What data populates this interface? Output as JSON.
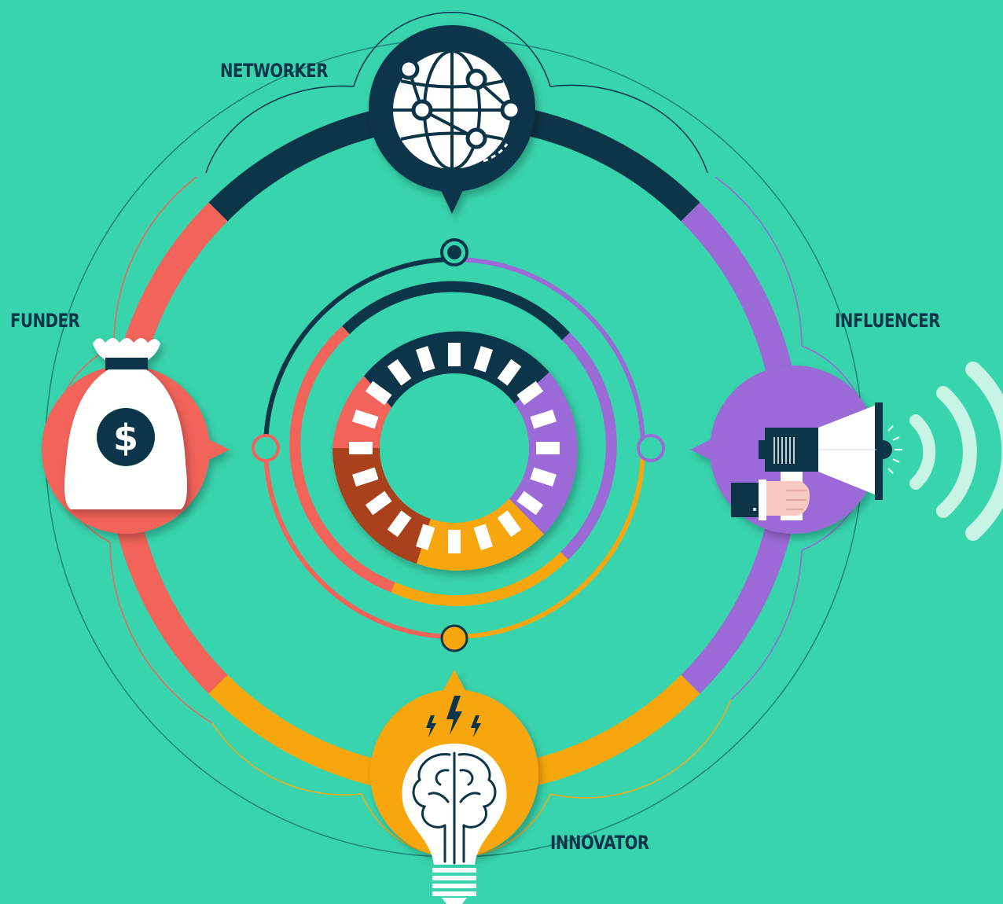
{
  "roles": {
    "networker": {
      "label": "NETWORKER",
      "icon": "globe-network-icon",
      "color": "#0c3548"
    },
    "funder": {
      "label": "FUNDER",
      "icon": "money-bag-icon",
      "color": "#f2635a"
    },
    "influencer": {
      "label": "INFLUENCER",
      "icon": "megaphone-icon",
      "color": "#9b6ad6"
    },
    "innovator": {
      "label": "INNOVATOR",
      "icon": "lightbulb-brain-icon",
      "color": "#f7a70d"
    }
  },
  "money_symbol": "$",
  "colors": {
    "background": "#38d4ad",
    "dark": "#0c3548",
    "coral": "#f2635a",
    "purple": "#9b6ad6",
    "orange": "#f7a70d",
    "brown": "#a9421e",
    "white": "#ffffff"
  }
}
